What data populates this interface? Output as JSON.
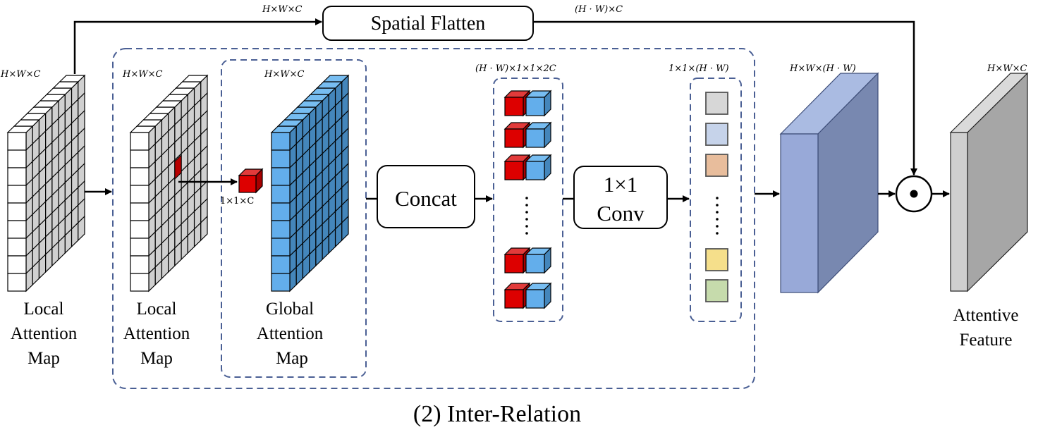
{
  "title": "(2) Inter-Relation",
  "colors": {
    "dashed_border": "#4a5f94",
    "grid_front": "#ffffff",
    "grid_side": "#d0d0d0",
    "blue_front": "#63aeeb",
    "blue_top": "#77bdf1",
    "blue_side": "#4486bb",
    "red_front": "#dd0000",
    "red_top": "#e23b3b",
    "red_side": "#a80000",
    "affinity_front": "#98a9d8",
    "affinity_top": "#aabbe2",
    "affinity_side": "#7888b0",
    "output_front": "#cfcfcf",
    "output_top": "#dadada",
    "output_side": "#a6a6a6"
  },
  "nodes": {
    "input_map": {
      "label_lines": [
        "Local",
        "Attention",
        "Map"
      ],
      "dims": "H×W×C"
    },
    "local_map": {
      "label_lines": [
        "Local",
        "Attention",
        "Map"
      ],
      "dims": "H×W×C"
    },
    "pixel_vector": {
      "dims": "1×1×C"
    },
    "global_map": {
      "label_lines": [
        "Global",
        "Attention",
        "Map"
      ],
      "dims": "H×W×C"
    },
    "concat": {
      "label": "Concat"
    },
    "pairs_stack": {
      "dims": "(H · W)×1×1×2C",
      "visible_items": 5,
      "ellipsis": "⋮"
    },
    "conv": {
      "label_lines": [
        "1×1",
        "Conv"
      ]
    },
    "relation_vector": {
      "dims": "1×1×(H · W)",
      "swatches": [
        "#d7d7d7",
        "#c6d3ea",
        "#e8bd9c",
        "#f5df8b",
        "#c6dbac"
      ]
    },
    "affinity_volume": {
      "dims": "H×W×(H · W)"
    },
    "hadamard": {
      "symbol": "⊙",
      "name": "element-wise product"
    },
    "output": {
      "label_lines": [
        "Attentive",
        "Feature"
      ],
      "dims": "H×W×C"
    },
    "spatial_flatten": {
      "label": "Spatial Flatten",
      "input_dims": "H×W×C",
      "output_dims": "(H · W)×C"
    }
  },
  "edges": [
    {
      "from": "input_map",
      "to": "spatial_flatten"
    },
    {
      "from": "spatial_flatten",
      "to": "hadamard"
    },
    {
      "from": "input_map",
      "to": "local_map"
    },
    {
      "from": "local_map",
      "to": "pixel_vector"
    },
    {
      "from": "global_map",
      "to": "concat"
    },
    {
      "from": "concat",
      "to": "pairs_stack"
    },
    {
      "from": "pairs_stack",
      "to": "conv"
    },
    {
      "from": "conv",
      "to": "relation_vector"
    },
    {
      "from": "relation_vector",
      "to": "affinity_volume"
    },
    {
      "from": "affinity_volume",
      "to": "hadamard"
    },
    {
      "from": "hadamard",
      "to": "output"
    }
  ]
}
